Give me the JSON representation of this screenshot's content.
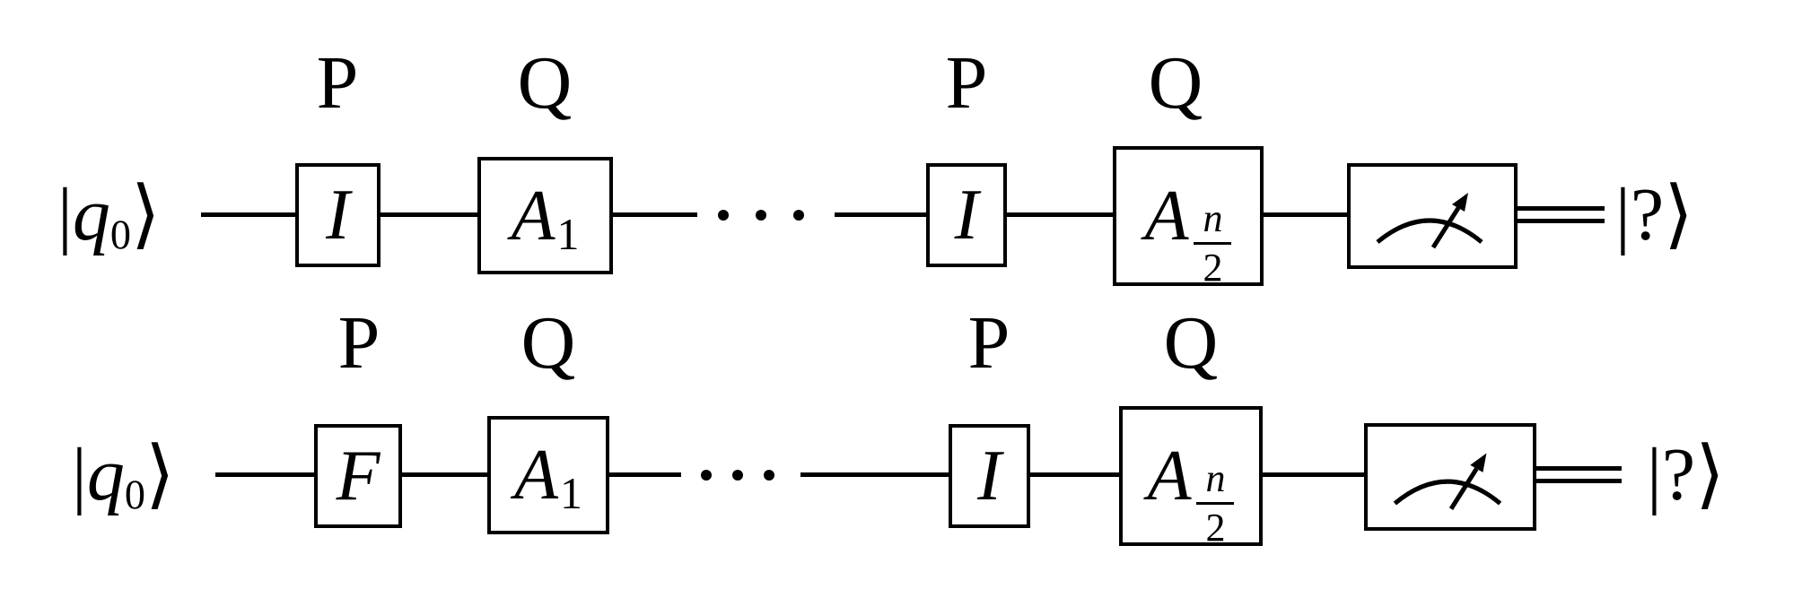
{
  "figure": {
    "kind": "quantum-circuit-diagram",
    "background": "#ffffff",
    "ink": "#000000"
  },
  "circuits": [
    {
      "input_ket": {
        "bar": "|",
        "letter": "q",
        "subscript": "0",
        "rangle": "⟩"
      },
      "stage_labels": [
        "P",
        "Q",
        "P",
        "Q"
      ],
      "gates": {
        "first": "I",
        "second_base": "A",
        "second_sub": "1",
        "third": "I",
        "fourth_base": "A",
        "fourth_num": "n",
        "fourth_den": "2"
      },
      "ellipsis": "⋯",
      "meter_icon": "measurement-meter",
      "output_ket": {
        "bar": "|",
        "symbol": "?",
        "rangle": "⟩"
      }
    },
    {
      "input_ket": {
        "bar": "|",
        "letter": "q",
        "subscript": "0",
        "rangle": "⟩"
      },
      "stage_labels": [
        "P",
        "Q",
        "P",
        "Q"
      ],
      "gates": {
        "first": "F",
        "second_base": "A",
        "second_sub": "1",
        "third": "I",
        "fourth_base": "A",
        "fourth_num": "n",
        "fourth_den": "2"
      },
      "ellipsis": "⋯",
      "meter_icon": "measurement-meter",
      "output_ket": {
        "bar": "|",
        "symbol": "?",
        "rangle": "⟩"
      }
    }
  ]
}
